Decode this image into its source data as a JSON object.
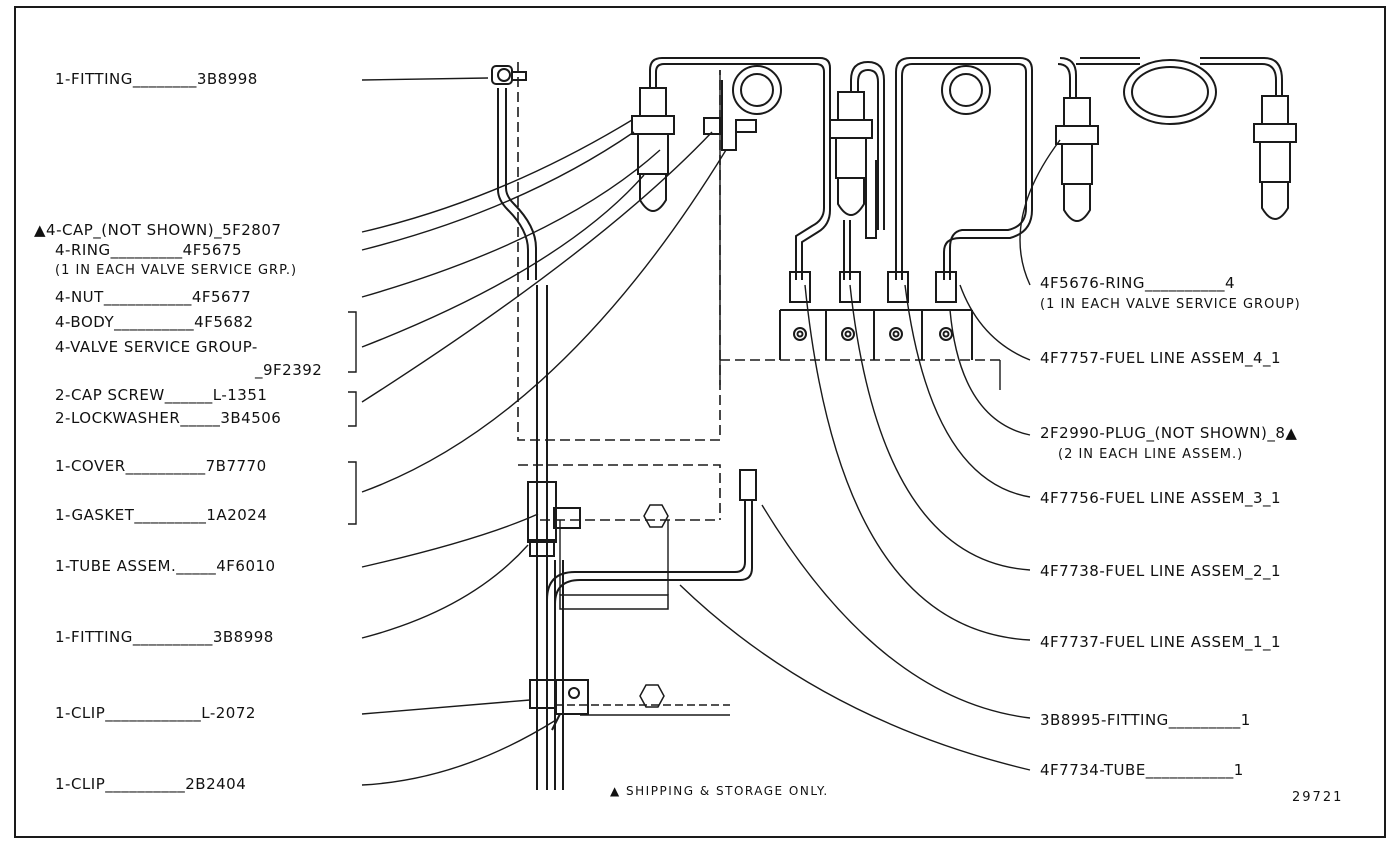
{
  "left_labels": [
    {
      "id": "fitting-top",
      "text": "1-FITTING________3B8998"
    },
    {
      "id": "cap",
      "text": "▲4-CAP_(NOT SHOWN)_5F2807"
    },
    {
      "id": "ring",
      "text": "4-RING_________4F5675"
    },
    {
      "id": "ring-note",
      "text": "(1 IN EACH VALVE SERVICE GRP.)"
    },
    {
      "id": "nut",
      "text": "4-NUT___________4F5677"
    },
    {
      "id": "body",
      "text": "4-BODY__________4F5682"
    },
    {
      "id": "vsg",
      "text": "4-VALVE SERVICE GROUP-"
    },
    {
      "id": "vsg-num",
      "text": "_9F2392"
    },
    {
      "id": "capscrew",
      "text": "2-CAP SCREW______L-1351"
    },
    {
      "id": "lockwasher",
      "text": "2-LOCKWASHER_____3B4506"
    },
    {
      "id": "cover",
      "text": "1-COVER__________7B7770"
    },
    {
      "id": "gasket",
      "text": "1-GASKET_________1A2024"
    },
    {
      "id": "tube-assem",
      "text": "1-TUBE ASSEM._____4F6010"
    },
    {
      "id": "fitting-mid",
      "text": "1-FITTING__________3B8998"
    },
    {
      "id": "clip1",
      "text": "1-CLIP____________L-2072"
    },
    {
      "id": "clip2",
      "text": "1-CLIP__________2B2404"
    }
  ],
  "right_labels": [
    {
      "id": "ring-r",
      "text": "4F5676-RING__________4"
    },
    {
      "id": "ring-r-note",
      "text": "(1 IN EACH VALVE SERVICE GROUP)"
    },
    {
      "id": "line4",
      "text": "4F7757-FUEL LINE ASSEM_4_1"
    },
    {
      "id": "plug",
      "text": "2F2990-PLUG_(NOT SHOWN)_8▲"
    },
    {
      "id": "plug-note",
      "text": "(2 IN EACH LINE ASSEM.)"
    },
    {
      "id": "line3",
      "text": "4F7756-FUEL LINE ASSEM_3_1"
    },
    {
      "id": "line2",
      "text": "4F7738-FUEL LINE ASSEM_2_1"
    },
    {
      "id": "line1",
      "text": "4F7737-FUEL LINE ASSEM_1_1"
    },
    {
      "id": "fitting-r",
      "text": "3B8995-FITTING_________1"
    },
    {
      "id": "tube-r",
      "text": "4F7734-TUBE___________1"
    }
  ],
  "note": "▲ SHIPPING & STORAGE ONLY.",
  "figure_number": "29721"
}
